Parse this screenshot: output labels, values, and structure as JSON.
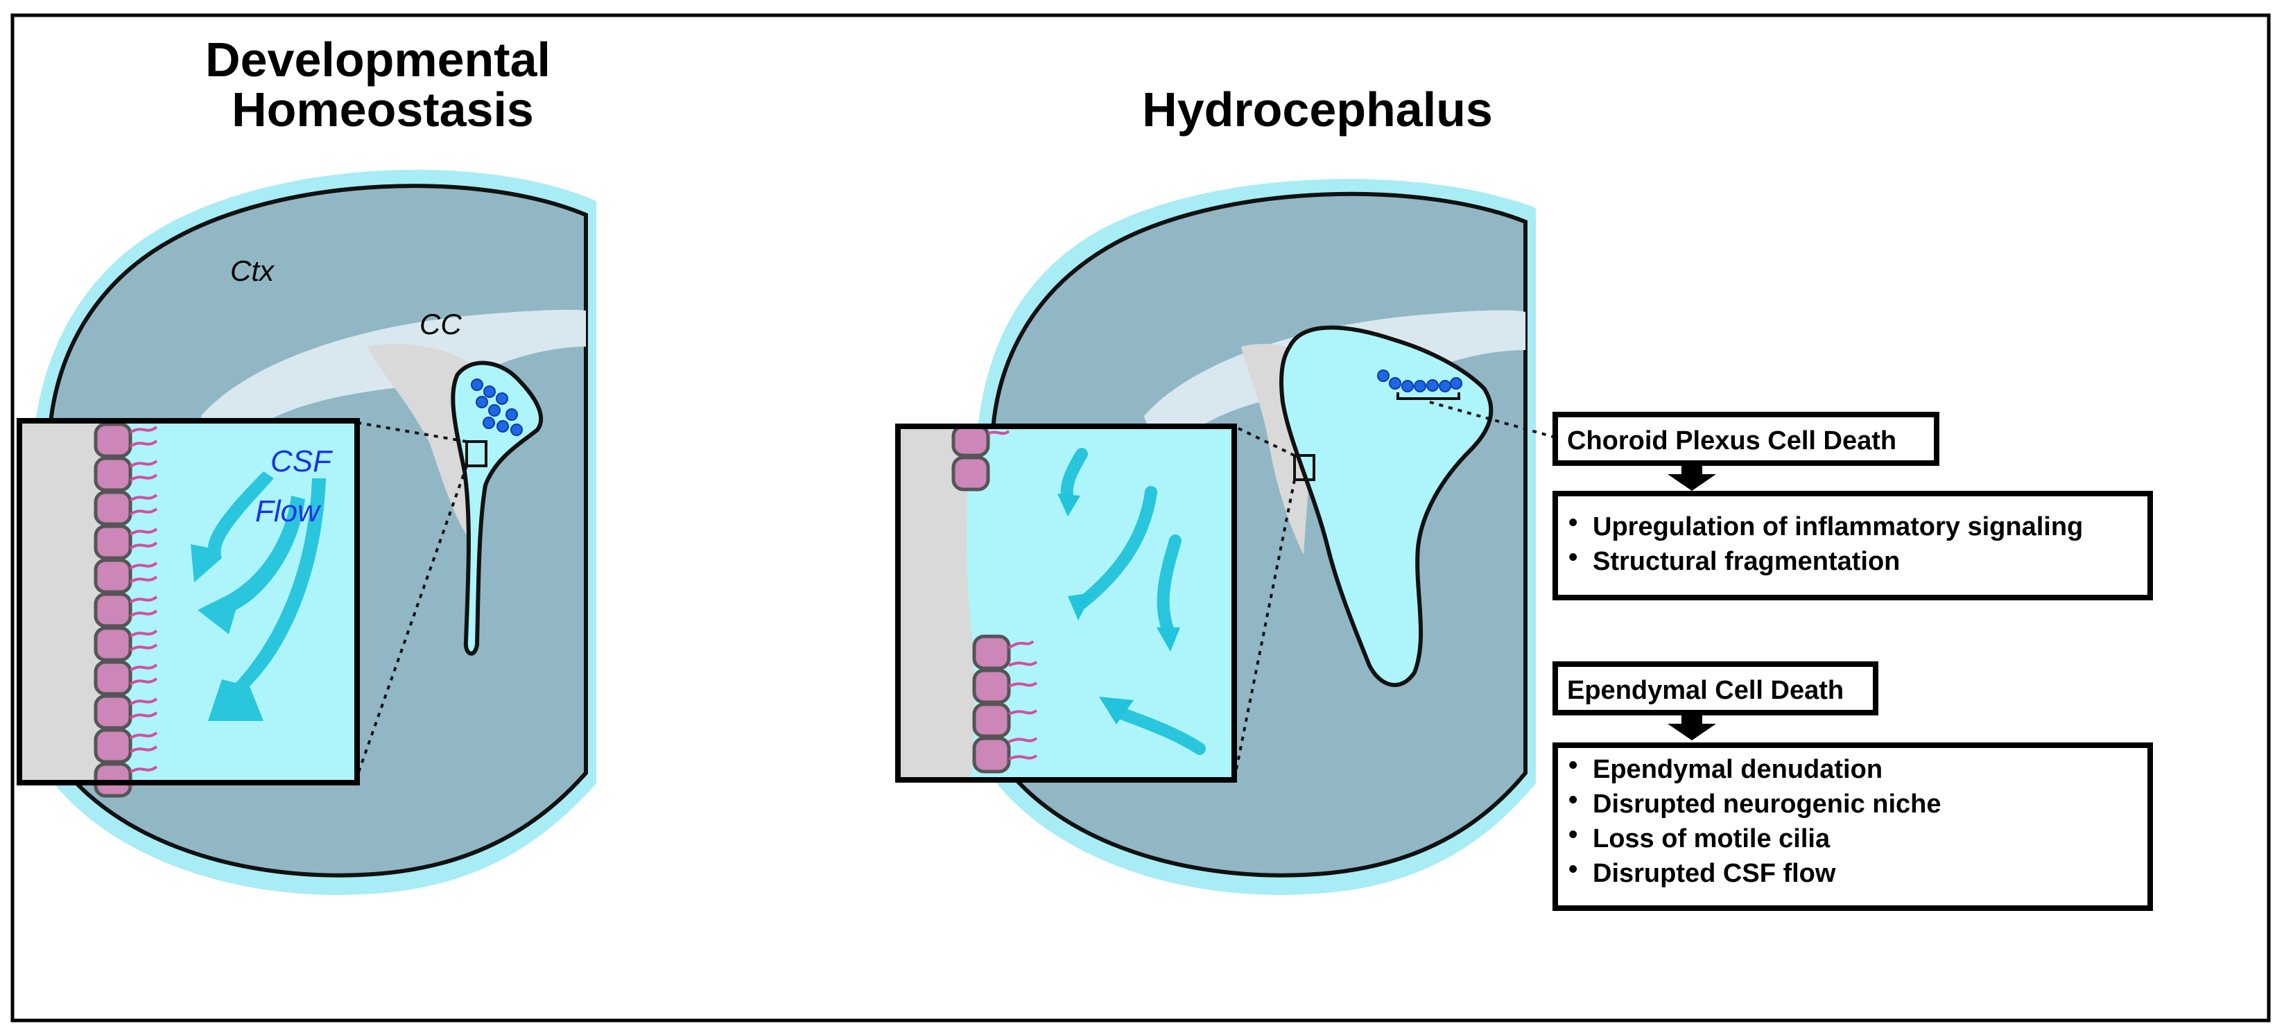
{
  "titles": {
    "left_line1": "Developmental",
    "left_line2": "Homeostasis",
    "right": "Hydrocephalus"
  },
  "labels": {
    "ctx": "Ctx",
    "cc": "CC",
    "csf": "CSF",
    "flow": "Flow"
  },
  "boxes": {
    "choroid": {
      "header": "Choroid Plexus Cell Death",
      "items": [
        "Upregulation of inflammatory signaling",
        "Structural fragmentation"
      ]
    },
    "ependymal": {
      "header": "Ependymal Cell Death",
      "items": [
        "Ependymal denudation",
        "Disrupted neurogenic niche",
        "Loss of motile cilia",
        "Disrupted CSF flow"
      ]
    }
  },
  "colors": {
    "tissue": "#91b7c4",
    "tissue_dark": "#7fa5b3",
    "csf": "#adf5fb",
    "meninges": "#a8ecf5",
    "white_matter": "#d8e8ee",
    "gray_region": "#d9d9d9",
    "ependymal_cell": "#cc86b8",
    "cilia": "#d24fa0",
    "flow_arrow": "#22c3dc",
    "choroid_dot": "#1e66e6",
    "text_blue": "#1a33e6"
  },
  "icons": [
    "bullet-dot",
    "down-arrow-icon"
  ]
}
